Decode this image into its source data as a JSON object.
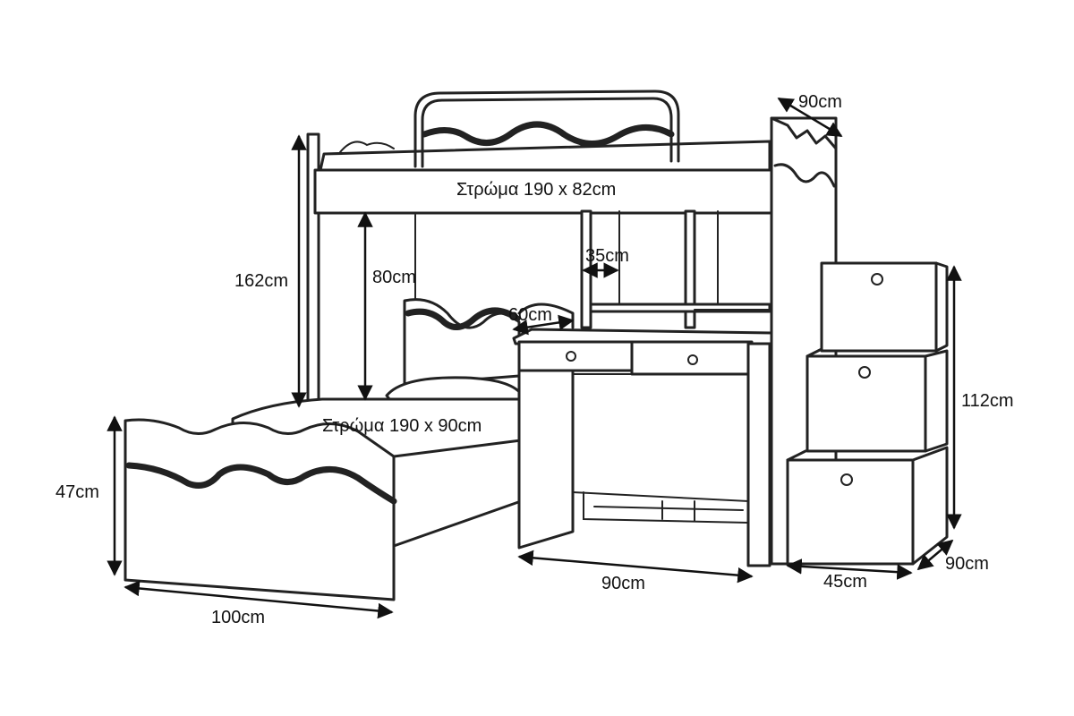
{
  "labels": {
    "upper_mattress": "Στρώμα 190 x 82cm",
    "lower_mattress": "Στρώμα 190 x 90cm",
    "total_height": "162cm",
    "under_loft_height": "80cm",
    "shelf_width": "35cm",
    "desk_depth": "60cm",
    "top_depth": "90cm",
    "lower_bed_height": "47cm",
    "lower_bed_width": "100cm",
    "desk_width": "90cm",
    "stairs_height": "112cm",
    "stairs_width": "45cm",
    "stairs_depth": "90cm"
  }
}
